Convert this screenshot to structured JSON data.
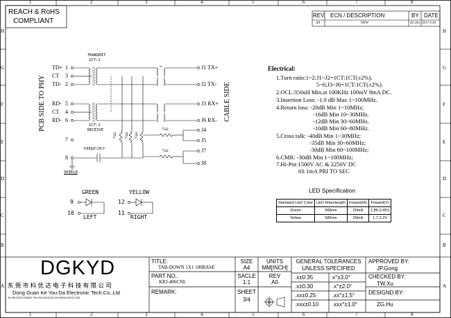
{
  "frame": {
    "col_numbers": [
      "1",
      "2",
      "3",
      "4",
      "5",
      "6",
      "7",
      "8"
    ],
    "row_letters": [
      "H",
      "G",
      "F",
      "E",
      "D",
      "C",
      "B",
      "A"
    ]
  },
  "compliance": {
    "line1": "REACH & RoHS",
    "line2": "COMPLIANT"
  },
  "revision": {
    "headers": [
      "REV.",
      "ECN / DESCRIPTION",
      "BY",
      "DATE"
    ],
    "row": [
      "A0",
      "NEW",
      "ZG.Hu",
      "2017.9.20"
    ]
  },
  "schematic": {
    "transmit_label": "TRANSMIT",
    "transmit_ratio": "1CT:1",
    "receive_ratio": "1CT:1",
    "receive_label": "RECEIVE",
    "side_left": "PCB SIDE TO PHY",
    "side_right": "CABLE SIDE",
    "left_pins": [
      {
        "name": "TD+",
        "num": "1"
      },
      {
        "name": "CT",
        "num": "3"
      },
      {
        "name": "TD-",
        "num": "2"
      },
      {
        "name": "RD-",
        "num": "5"
      },
      {
        "name": "CT",
        "num": "4"
      },
      {
        "name": "RD-",
        "num": "6"
      }
    ],
    "pin7": "7",
    "pin8": "8",
    "shield_label": "SHIELD",
    "cap_label": "1000pF/2KV",
    "right_pins": [
      "J1 TX+",
      "J2 TX-",
      "J3 RX+",
      "J6 RX-",
      "J4",
      "J5",
      "J7",
      "J8"
    ],
    "res_label": "75Ω"
  },
  "leds": {
    "green_label": "GREEN",
    "yellow_label": "YELLOW",
    "pin9": "9",
    "pin10": "10",
    "pin11": "11",
    "pin12": "12",
    "left": "LEFT",
    "right": "RIGHT"
  },
  "electrical": {
    "title": "Electrical:",
    "lines": [
      "1.Turn ratio:1~2:J1~J2=1CT:1CT(±2%).",
      "5~6;J3~J6=1CT:1CT(±2%).",
      "2.OCL:350uH Min.at 100KHz 100mV 8mA DC.",
      "3.Insertion Loss: -1.0 dB Max 1~100MHz.",
      "4.Return loss: -20dB Min 1~10MHz;",
      "-16dB Min 10~30MHz.",
      "-12dB Min 30~60MHz.",
      "-10dB Min 60~80MHz.",
      "5.Cross talk: -40dB Min 1~30MHz;",
      "-35dB Min 30~60MHz;",
      "-30dB Min 60~100MHz;",
      "6.CMR: -30dB Min 1~100MHz;",
      "7.Hi-Pot:1500V AC & 2250V DC",
      "6S 1mA PRI TO SEC"
    ]
  },
  "led_spec": {
    "title": "LED Specification",
    "headers": [
      "Standard LED Color",
      "LED Wavelength",
      "Foward(A)",
      "Foward(V)"
    ],
    "rows": [
      [
        "Green",
        "568nm",
        "20mA",
        "1.85-2.45V"
      ],
      [
        "Yellow",
        "585nm",
        "20mA",
        "1.7-2.2V"
      ]
    ]
  },
  "title_block": {
    "logo": "DGKYD",
    "company_cn": "东 莞 市 科 优 达 电 子 科 技 有 限 公 司",
    "company_en": "Dong Guan Ke You Da Electronic Tech.Co.,Ltd",
    "contact": "Tel:+86-0769-87334808, Fax:+86-0769-87847126 WWW.DGKYD.COM",
    "title_label": "TITLE:",
    "title_value": "TAB-DOWN 1X1 100BASE",
    "part_label": "PART NO.:",
    "part_value": "KRJ-406CNL",
    "remark_label": "REMARK:",
    "size_label": "SIZE",
    "size_value": "A4",
    "units_label": "UNITS",
    "units_value": "MM[INCH]",
    "scale_label": "SACLE",
    "scale_value": "1:1",
    "rev_label": "REV",
    "rev_value": "A0",
    "sheet_label": "SHEET",
    "sheet_value": "3/4",
    "tol_title1": "GENERAL TOLERANCES",
    "tol_title2": "UNLESS SPECIFIED",
    "tol": [
      [
        ".x±0.35",
        "x°±3.0°"
      ],
      [
        ".x±0.30",
        ".x°±2.0°"
      ],
      [
        ".xx±0.25",
        ".xx°±1.5°"
      ],
      [
        ".xxx±0.10",
        ".xxx°±1.0°"
      ]
    ],
    "approved_label": "APPROVED BY:",
    "approved_value": "JP.Gong",
    "checked_label": "CHECKED BY:",
    "checked_value": "TW.Xu",
    "designed_label": "DESIGND BY:",
    "designed_value": "ZG.Hu"
  }
}
